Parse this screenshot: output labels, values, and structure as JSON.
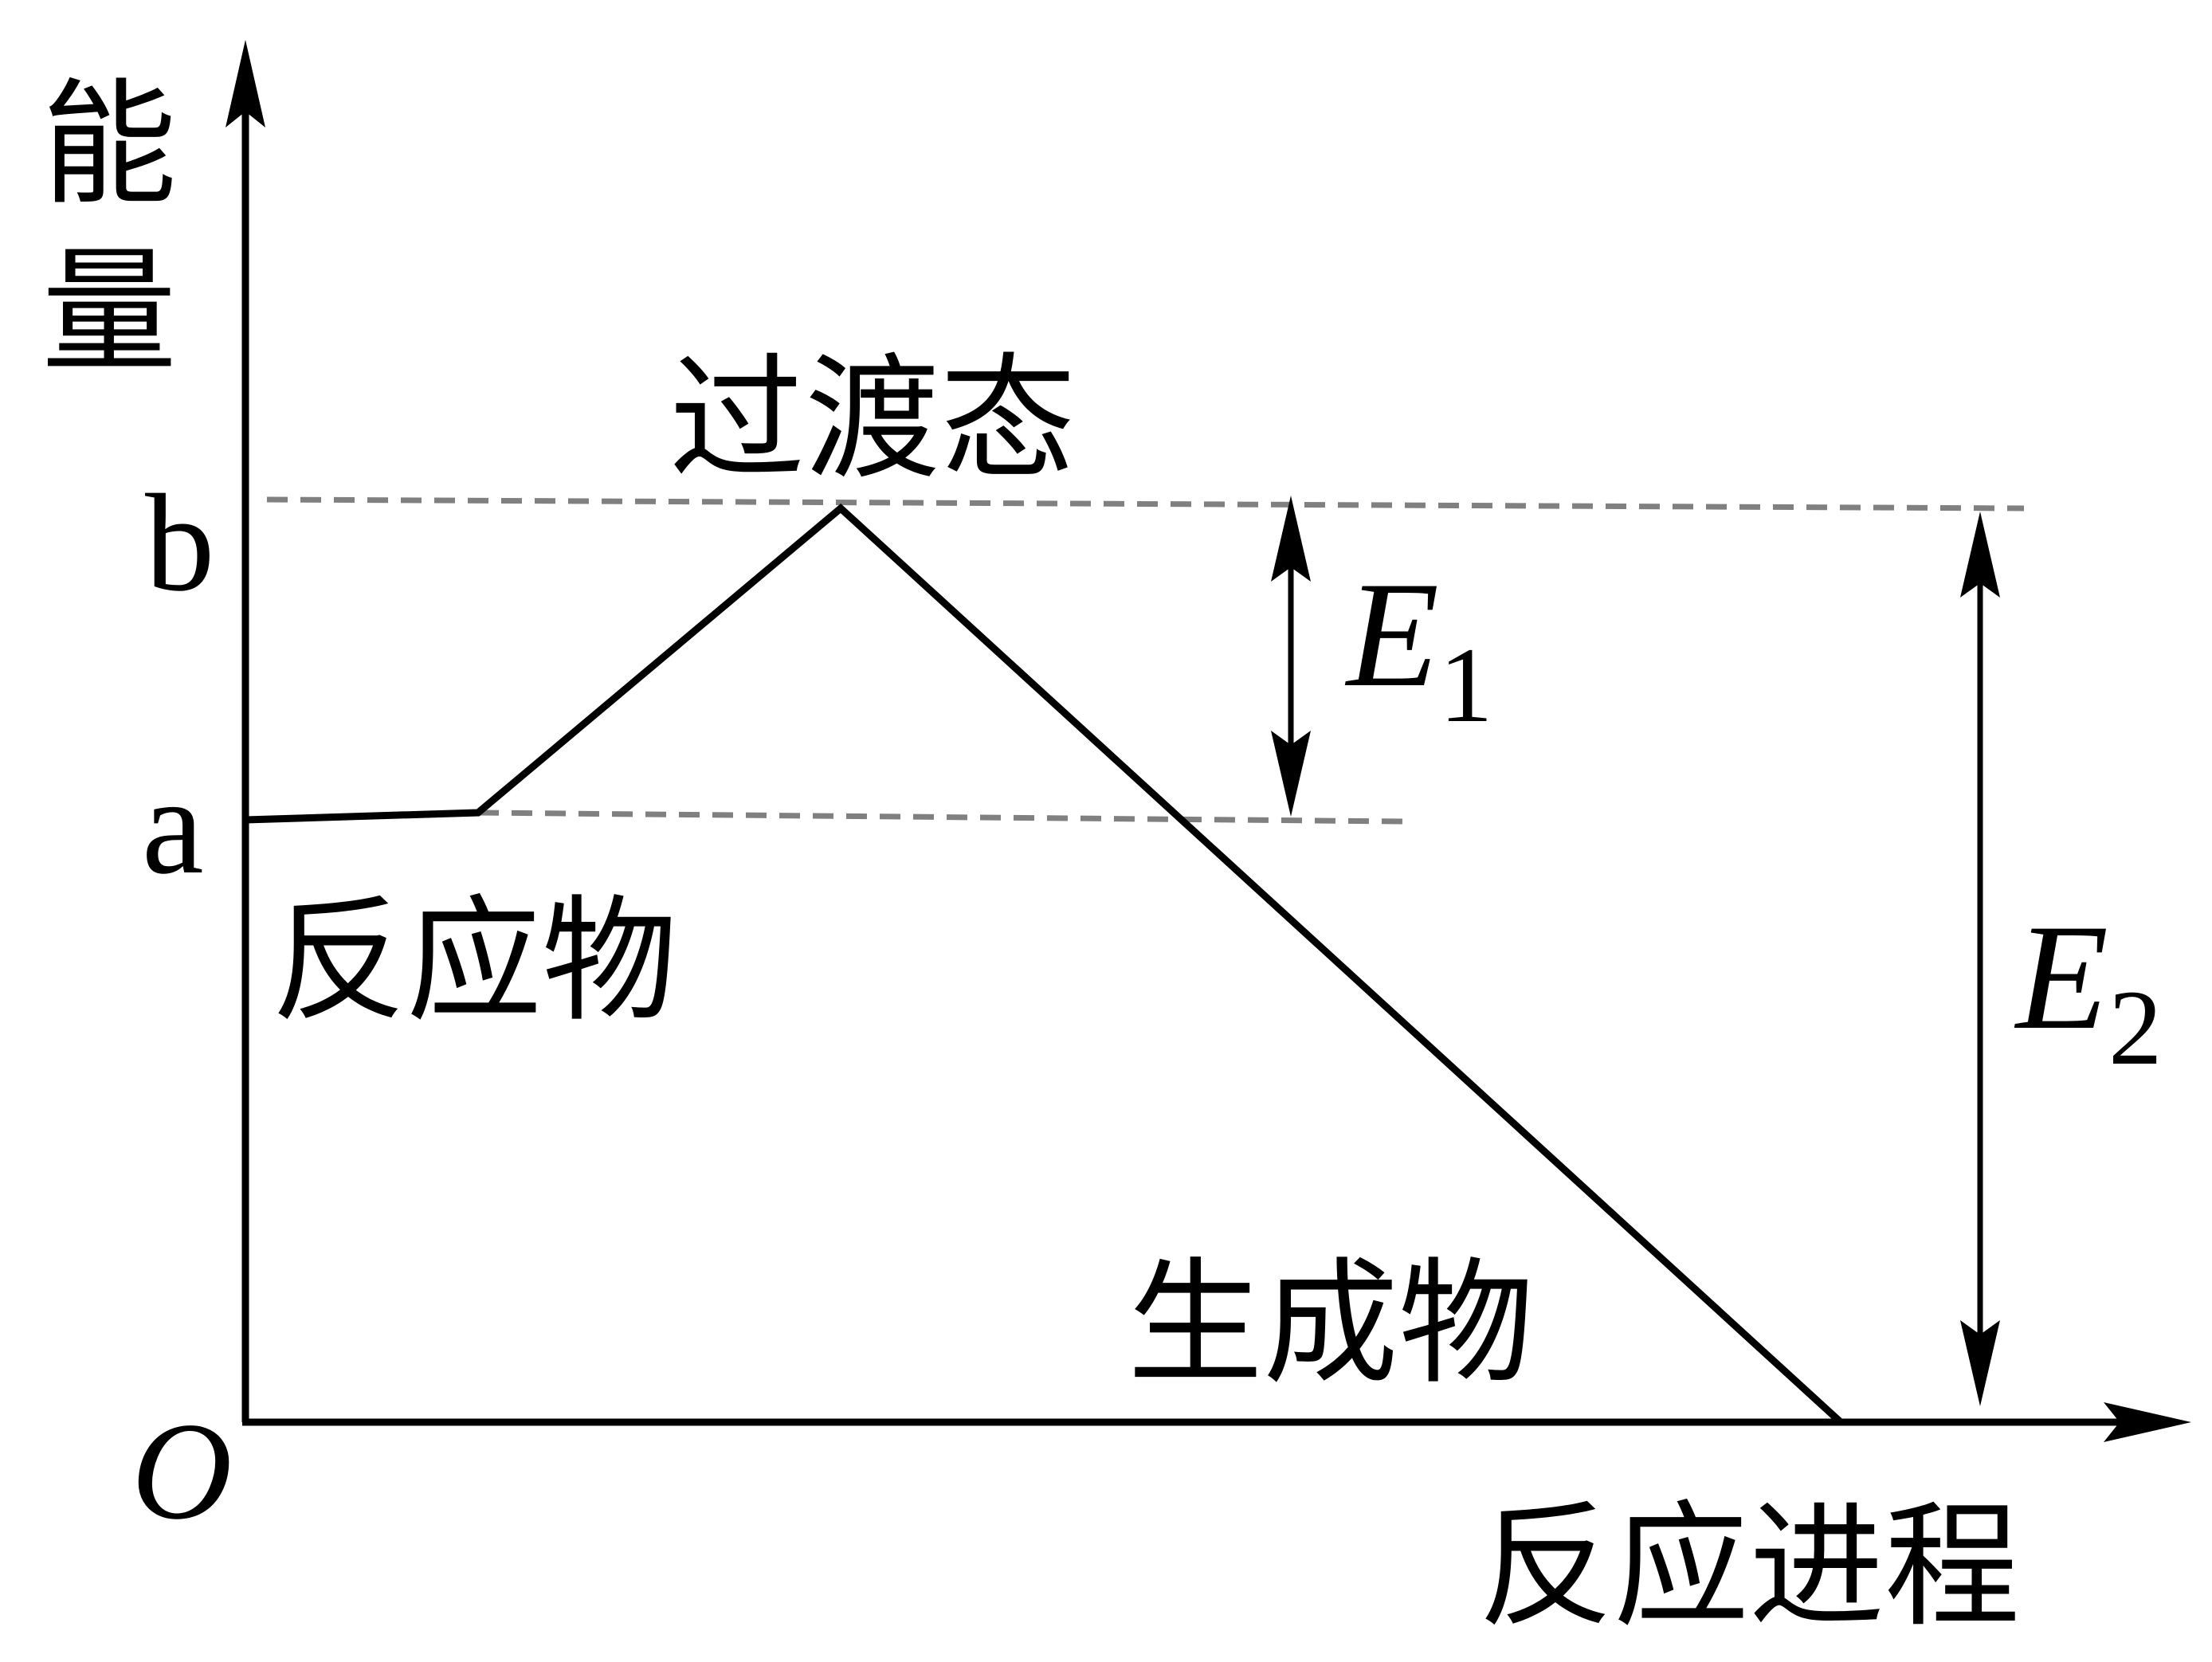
{
  "labels": {
    "y_axis_line1": "能",
    "y_axis_line2": "量",
    "x_axis": "反应进程",
    "origin": "O",
    "level_b": "b",
    "level_a": "a",
    "transition_state": "过渡态",
    "reactants": "反应物",
    "products": "生成物",
    "e1_letter": "E",
    "e1_sub": "1",
    "e2_letter": "E",
    "e2_sub": "2"
  },
  "colors": {
    "lines": "#000000",
    "dashed_guides": "#808080",
    "background": "#ffffff"
  }
}
